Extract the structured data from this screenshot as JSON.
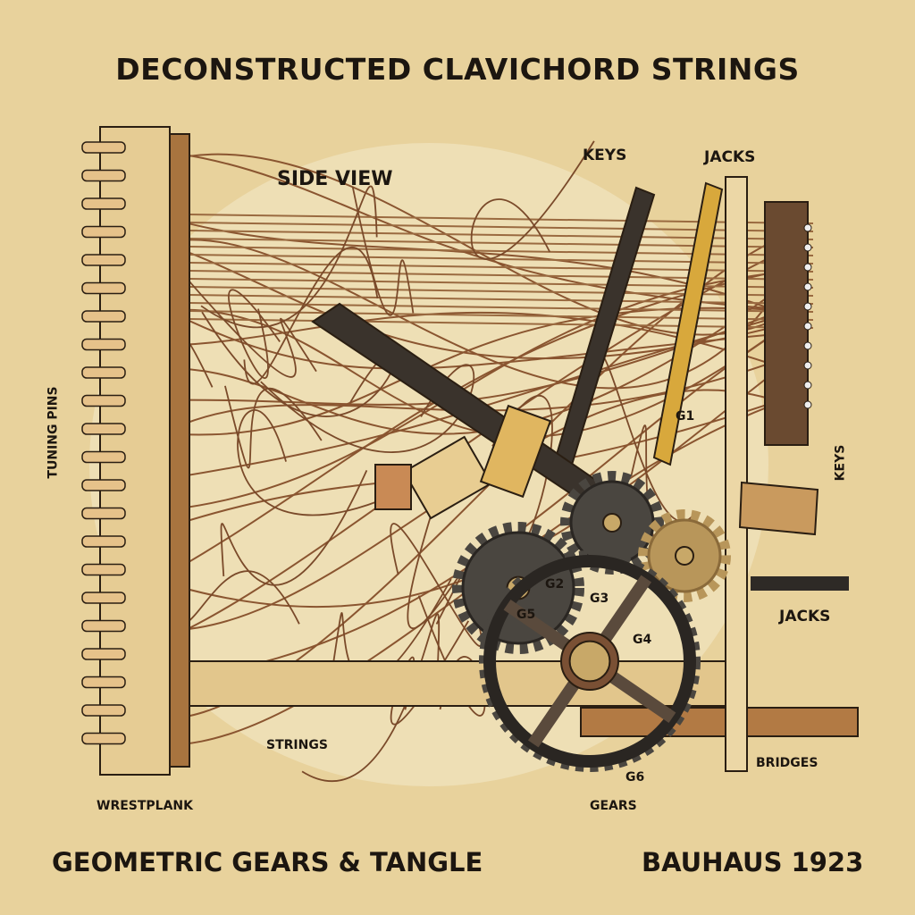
{
  "title": "DECONSTRUCTED CLAVICHORD STRINGS",
  "view_label": "SIDE VIEW",
  "labels": {
    "keys_top": "KEYS",
    "jacks_top": "JACKS",
    "tuning_pins": "TUNING PINS",
    "keys_right": "KEYS",
    "jacks_right": "JACKS",
    "strings": "STRINGS",
    "bridges": "BRIDGES",
    "wrestplank": "WRESTPLANK",
    "gears": "GEARS",
    "g1": "G1",
    "g2": "G2",
    "g3": "G3",
    "g4": "G4",
    "g5": "G5",
    "g6": "G6"
  },
  "footer": {
    "left": "GEOMETRIC GEARS & TANGLE",
    "right": "BAUHAUS 1923"
  },
  "colors": {
    "background": "#e8d29c",
    "wood": "#d9b77a",
    "wood_dark": "#a8743f",
    "string": "#8a5530",
    "gear_dark": "#4a4640",
    "gear_brass": "#b8965a",
    "ink": "#1c1610"
  }
}
